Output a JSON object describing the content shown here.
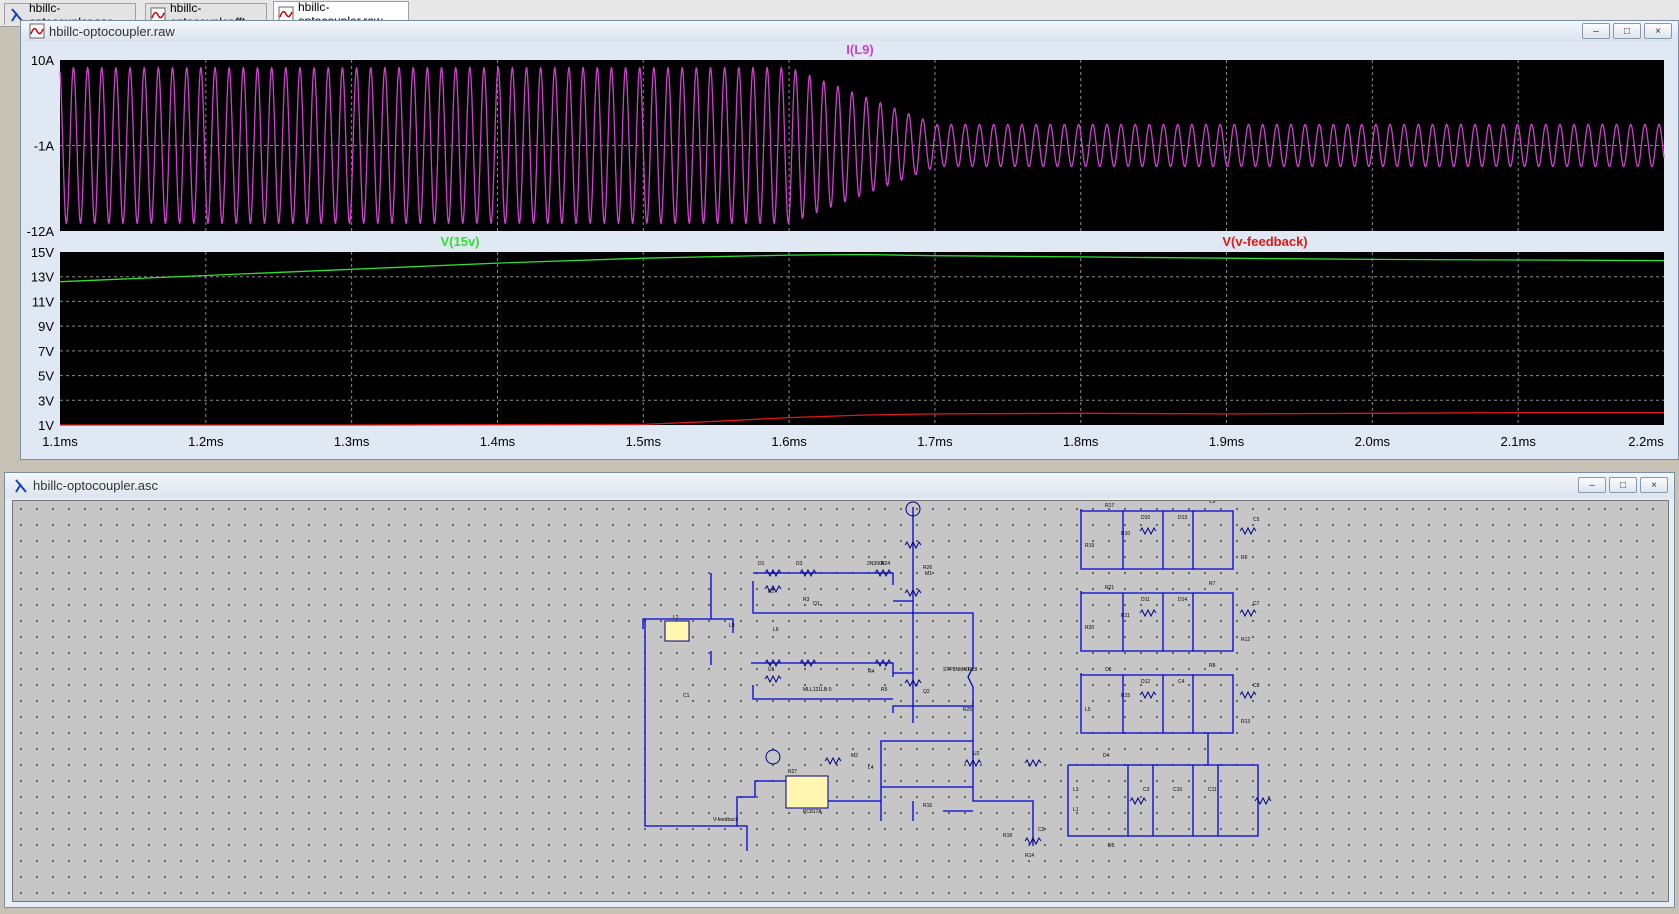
{
  "tabs": [
    {
      "label": "hbillc-optocoupler.asc",
      "icon": "schematic-icon"
    },
    {
      "label": "hbillc-optocoupler.fft",
      "icon": "waveform-icon"
    },
    {
      "label": "hbillc-optocoupler.raw",
      "icon": "waveform-icon",
      "active": true
    }
  ],
  "plot_window": {
    "title": "hbillc-optocoupler.raw"
  },
  "schematic_window": {
    "title": "hbillc-optocoupler.asc"
  },
  "window_buttons": {
    "minimize": "–",
    "maximize": "□",
    "close": "×"
  },
  "colors": {
    "magenta": "#d040d0",
    "green": "#30e030",
    "red": "#e01818",
    "wire": "#0000d8",
    "part": "#000080"
  },
  "schematic_labels": [
    "D1",
    "D3",
    "R2",
    "R3",
    "Q1",
    "2N3906",
    "R24",
    "R26",
    "M1",
    "STP8NM60",
    "R28",
    "C1",
    "L9",
    "L2",
    "L6",
    "U1",
    "MLL121LB-5",
    "R4",
    "R5",
    "Q2",
    "R25",
    "R27",
    "M2",
    "L4",
    "U2",
    "R16",
    "R18",
    "R14",
    "C2",
    "R17",
    "R21",
    "C6",
    "R10",
    "R11",
    "R15",
    "D10",
    "D11",
    "D12",
    "D13",
    "D14",
    "C4",
    "C5",
    "C7",
    "C8",
    "C9",
    "R7",
    "R8",
    "R9",
    "R12",
    "R13",
    "R19",
    "R20",
    "L5",
    "L3",
    "L1",
    "D4",
    "D5",
    "C3",
    "C10",
    "C11",
    "V-feedback",
    "15v",
    "PC817A"
  ],
  "chart_data": [
    {
      "type": "line",
      "series": [
        {
          "name": "I(L9)",
          "color": "#d040d0",
          "segments": [
            {
              "t0": 1.1,
              "t1": 1.6,
              "amp": 10,
              "freq_per_ms": 103
            },
            {
              "t0": 1.6,
              "t1": 1.7,
              "amp_start": 10,
              "amp_end": 2.8,
              "freq_per_ms": 103
            },
            {
              "t0": 1.7,
              "t1": 2.2,
              "amp": 2.7,
              "freq_per_ms": 103
            }
          ],
          "center": -1
        }
      ],
      "ylim": [
        -12,
        10
      ],
      "ytick_labels": [
        "10A",
        "-1A",
        "-12A"
      ],
      "xlim": [
        1.1,
        2.2
      ],
      "xtick_labels": [
        "1.1ms",
        "1.2ms",
        "1.3ms",
        "1.4ms",
        "1.5ms",
        "1.6ms",
        "1.7ms",
        "1.8ms",
        "1.9ms",
        "2.0ms",
        "2.1ms",
        "2.2ms"
      ],
      "grid": true
    },
    {
      "type": "line",
      "series": [
        {
          "name": "V(15v)",
          "color": "#30e030",
          "x": [
            1.1,
            1.2,
            1.3,
            1.4,
            1.5,
            1.6,
            1.65,
            1.7,
            1.8,
            1.9,
            2.0,
            2.1,
            2.2
          ],
          "y": [
            12.6,
            13.1,
            13.6,
            14.1,
            14.5,
            14.75,
            14.8,
            14.7,
            14.6,
            14.5,
            14.4,
            14.35,
            14.3
          ]
        },
        {
          "name": "V(v-feedback)",
          "color": "#e01818",
          "x": [
            1.1,
            1.3,
            1.5,
            1.55,
            1.6,
            1.65,
            1.7,
            1.8,
            1.9,
            2.0,
            2.1,
            2.2
          ],
          "y": [
            1.0,
            1.0,
            1.05,
            1.3,
            1.6,
            1.8,
            1.9,
            1.95,
            1.9,
            1.95,
            2.0,
            2.0
          ]
        }
      ],
      "ylim": [
        1,
        15
      ],
      "ytick_labels": [
        "15V",
        "13V",
        "11V",
        "9V",
        "7V",
        "5V",
        "3V",
        "1V"
      ],
      "xlim": [
        1.1,
        2.2
      ],
      "xtick_labels": [
        "1.1ms",
        "1.2ms",
        "1.3ms",
        "1.4ms",
        "1.5ms",
        "1.6ms",
        "1.7ms",
        "1.8ms",
        "1.9ms",
        "2.0ms",
        "2.1ms",
        "2.2ms"
      ],
      "grid": true
    }
  ]
}
